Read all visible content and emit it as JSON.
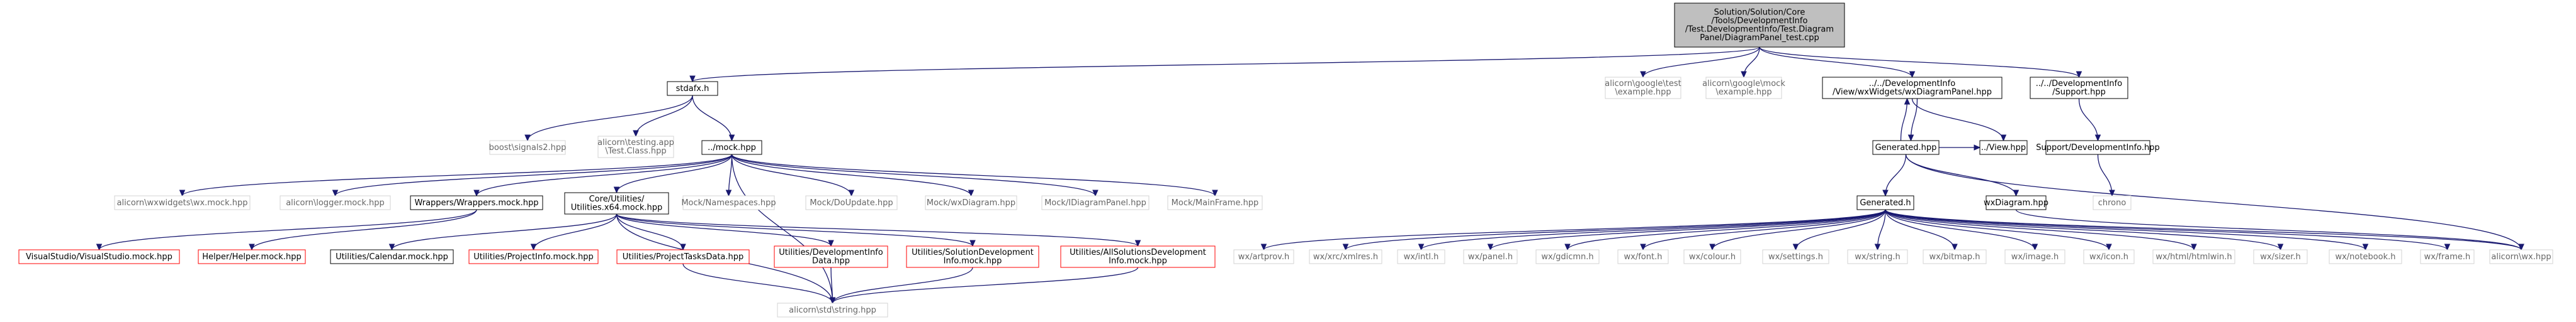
{
  "colors": {
    "edge": "#191970",
    "root_fill": "#bfbfbf",
    "root_border": "#000000",
    "documented_border": "#000000",
    "external_border": "#d3d3d3",
    "external_text": "#666666",
    "undocumented_border": "#ff0000",
    "text": "#000000"
  },
  "nodes": [
    {
      "id": "root",
      "kind": "root",
      "lines": [
        "Solution/Solution/Core",
        "/Tools/DevelopmentInfo",
        "/Test.DevelopmentInfo/Test.Diagram",
        "Panel/DiagramPanel_test.cpp"
      ]
    },
    {
      "id": "stdafx",
      "kind": "documented",
      "lines": [
        "stdafx.h"
      ]
    },
    {
      "id": "gtest_example",
      "kind": "external",
      "lines": [
        "alicorn\\google\\test",
        "\\example.hpp"
      ]
    },
    {
      "id": "gmock_example",
      "kind": "external",
      "lines": [
        "alicorn\\google\\mock",
        "\\example.hpp"
      ]
    },
    {
      "id": "wxdiagrampanel",
      "kind": "documented",
      "lines": [
        "../../DevelopmentInfo",
        "/View/wxWidgets/wxDiagramPanel.hpp"
      ]
    },
    {
      "id": "support",
      "kind": "documented",
      "lines": [
        "../../DevelopmentInfo",
        "/Support.hpp"
      ]
    },
    {
      "id": "signals2",
      "kind": "external",
      "lines": [
        "boost\\signals2.hpp"
      ]
    },
    {
      "id": "testing_class",
      "kind": "external",
      "lines": [
        "alicorn\\testing.app",
        "\\Test.Class.hpp"
      ]
    },
    {
      "id": "mock",
      "kind": "documented",
      "lines": [
        "../mock.hpp"
      ]
    },
    {
      "id": "generated_hpp",
      "kind": "documented",
      "lines": [
        "Generated.hpp"
      ]
    },
    {
      "id": "view_hpp",
      "kind": "documented",
      "lines": [
        "../View.hpp"
      ]
    },
    {
      "id": "support_devinfo",
      "kind": "documented",
      "lines": [
        "Support/DevelopmentInfo.hpp"
      ]
    },
    {
      "id": "chrono",
      "kind": "external",
      "lines": [
        "chrono"
      ]
    },
    {
      "id": "wxmock",
      "kind": "external",
      "lines": [
        "alicorn\\wxwidgets\\wx.mock.hpp"
      ]
    },
    {
      "id": "loggermock",
      "kind": "external",
      "lines": [
        "alicorn\\logger.mock.hpp"
      ]
    },
    {
      "id": "wrappers",
      "kind": "documented",
      "lines": [
        "Wrappers/Wrappers.mock.hpp"
      ]
    },
    {
      "id": "utilities_x64",
      "kind": "documented",
      "lines": [
        "Core/Utilities/",
        "Utilities.x64.mock.hpp"
      ]
    },
    {
      "id": "namespaces",
      "kind": "external",
      "lines": [
        "Mock/Namespaces.hpp"
      ]
    },
    {
      "id": "doupdate",
      "kind": "external",
      "lines": [
        "Mock/DoUpdate.hpp"
      ]
    },
    {
      "id": "mock_wxdiagram",
      "kind": "external",
      "lines": [
        "Mock/wxDiagram.hpp"
      ]
    },
    {
      "id": "idiagrampanel",
      "kind": "external",
      "lines": [
        "Mock/IDiagramPanel.hpp"
      ]
    },
    {
      "id": "mainframe",
      "kind": "external",
      "lines": [
        "Mock/MainFrame.hpp"
      ]
    },
    {
      "id": "visualstudio",
      "kind": "undocumented",
      "lines": [
        "VisualStudio/VisualStudio.mock.hpp"
      ]
    },
    {
      "id": "helper",
      "kind": "undocumented",
      "lines": [
        "Helper/Helper.mock.hpp"
      ]
    },
    {
      "id": "calendar",
      "kind": "documented",
      "lines": [
        "Utilities/Calendar.mock.hpp"
      ]
    },
    {
      "id": "projectinfo",
      "kind": "undocumented",
      "lines": [
        "Utilities/ProjectInfo.mock.hpp"
      ]
    },
    {
      "id": "projecttasks",
      "kind": "undocumented",
      "lines": [
        "Utilities/ProjectTasksData.hpp"
      ]
    },
    {
      "id": "devinfo_data",
      "kind": "undocumented",
      "lines": [
        "Utilities/DevelopmentInfo",
        "Data.hpp"
      ]
    },
    {
      "id": "solutiondev",
      "kind": "undocumented",
      "lines": [
        "Utilities/SolutionDevelopment",
        "Info.mock.hpp"
      ]
    },
    {
      "id": "allsolutions",
      "kind": "undocumented",
      "lines": [
        "Utilities/AllSolutionsDevelopment",
        "Info.mock.hpp"
      ]
    },
    {
      "id": "stdstring",
      "kind": "external",
      "lines": [
        "alicorn\\std\\string.hpp"
      ]
    },
    {
      "id": "generated_h",
      "kind": "documented",
      "lines": [
        "Generated.h"
      ]
    },
    {
      "id": "wxdiagram_hpp",
      "kind": "documented",
      "lines": [
        "wxDiagram.hpp"
      ]
    },
    {
      "id": "artprov",
      "kind": "external",
      "lines": [
        "wx/artprov.h"
      ]
    },
    {
      "id": "xmlres",
      "kind": "external",
      "lines": [
        "wx/xrc/xmlres.h"
      ]
    },
    {
      "id": "intl",
      "kind": "external",
      "lines": [
        "wx/intl.h"
      ]
    },
    {
      "id": "panel",
      "kind": "external",
      "lines": [
        "wx/panel.h"
      ]
    },
    {
      "id": "gdicmn",
      "kind": "external",
      "lines": [
        "wx/gdicmn.h"
      ]
    },
    {
      "id": "font",
      "kind": "external",
      "lines": [
        "wx/font.h"
      ]
    },
    {
      "id": "colour",
      "kind": "external",
      "lines": [
        "wx/colour.h"
      ]
    },
    {
      "id": "settings",
      "kind": "external",
      "lines": [
        "wx/settings.h"
      ]
    },
    {
      "id": "string",
      "kind": "external",
      "lines": [
        "wx/string.h"
      ]
    },
    {
      "id": "bitmap",
      "kind": "external",
      "lines": [
        "wx/bitmap.h"
      ]
    },
    {
      "id": "image",
      "kind": "external",
      "lines": [
        "wx/image.h"
      ]
    },
    {
      "id": "icon",
      "kind": "external",
      "lines": [
        "wx/icon.h"
      ]
    },
    {
      "id": "htmlwin",
      "kind": "external",
      "lines": [
        "wx/html/htmlwin.h"
      ]
    },
    {
      "id": "sizer",
      "kind": "external",
      "lines": [
        "wx/sizer.h"
      ]
    },
    {
      "id": "notebook",
      "kind": "external",
      "lines": [
        "wx/notebook.h"
      ]
    },
    {
      "id": "frame",
      "kind": "external",
      "lines": [
        "wx/frame.h"
      ]
    },
    {
      "id": "wxhpp",
      "kind": "external",
      "lines": [
        "alicorn\\wx.hpp"
      ]
    }
  ],
  "edges": [
    [
      "root",
      "stdafx"
    ],
    [
      "root",
      "gtest_example"
    ],
    [
      "root",
      "gmock_example"
    ],
    [
      "root",
      "wxdiagrampanel"
    ],
    [
      "root",
      "support"
    ],
    [
      "stdafx",
      "signals2"
    ],
    [
      "stdafx",
      "testing_class"
    ],
    [
      "stdafx",
      "mock"
    ],
    [
      "mock",
      "wxmock"
    ],
    [
      "mock",
      "loggermock"
    ],
    [
      "mock",
      "wrappers"
    ],
    [
      "mock",
      "utilities_x64"
    ],
    [
      "mock",
      "namespaces"
    ],
    [
      "mock",
      "doupdate"
    ],
    [
      "mock",
      "mock_wxdiagram"
    ],
    [
      "mock",
      "idiagrampanel"
    ],
    [
      "mock",
      "mainframe"
    ],
    [
      "mock",
      "stdstring"
    ],
    [
      "wrappers",
      "visualstudio"
    ],
    [
      "wrappers",
      "helper"
    ],
    [
      "utilities_x64",
      "calendar"
    ],
    [
      "utilities_x64",
      "projectinfo"
    ],
    [
      "utilities_x64",
      "projecttasks"
    ],
    [
      "utilities_x64",
      "devinfo_data"
    ],
    [
      "utilities_x64",
      "solutiondev"
    ],
    [
      "utilities_x64",
      "allsolutions"
    ],
    [
      "utilities_x64",
      "stdstring"
    ],
    [
      "projecttasks",
      "stdstring"
    ],
    [
      "devinfo_data",
      "stdstring"
    ],
    [
      "solutiondev",
      "stdstring"
    ],
    [
      "allsolutions",
      "stdstring"
    ],
    [
      "wxdiagrampanel",
      "generated_hpp"
    ],
    [
      "wxdiagrampanel",
      "view_hpp"
    ],
    [
      "generated_hpp",
      "wxdiagrampanel"
    ],
    [
      "generated_hpp",
      "view_hpp"
    ],
    [
      "generated_hpp",
      "generated_h"
    ],
    [
      "generated_hpp",
      "wxdiagram_hpp"
    ],
    [
      "generated_hpp",
      "wxhpp"
    ],
    [
      "wxdiagram_hpp",
      "wxhpp"
    ],
    [
      "support",
      "support_devinfo"
    ],
    [
      "support_devinfo",
      "chrono"
    ],
    [
      "generated_h",
      "artprov"
    ],
    [
      "generated_h",
      "xmlres"
    ],
    [
      "generated_h",
      "intl"
    ],
    [
      "generated_h",
      "panel"
    ],
    [
      "generated_h",
      "gdicmn"
    ],
    [
      "generated_h",
      "font"
    ],
    [
      "generated_h",
      "colour"
    ],
    [
      "generated_h",
      "settings"
    ],
    [
      "generated_h",
      "string"
    ],
    [
      "generated_h",
      "bitmap"
    ],
    [
      "generated_h",
      "image"
    ],
    [
      "generated_h",
      "icon"
    ],
    [
      "generated_h",
      "htmlwin"
    ],
    [
      "generated_h",
      "sizer"
    ],
    [
      "generated_h",
      "notebook"
    ],
    [
      "generated_h",
      "frame"
    ],
    [
      "generated_h",
      "wxhpp"
    ]
  ]
}
